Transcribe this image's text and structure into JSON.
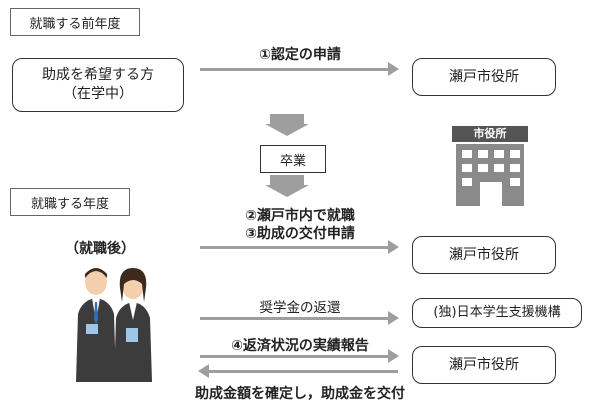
{
  "sections": {
    "before_year": "就職する前年度",
    "employment_year": "就職する年度"
  },
  "boxes": {
    "applicant": [
      "助成を希望する方",
      "（在学中）"
    ],
    "city_office_1": "瀬戸市役所",
    "graduation": "卒業",
    "city_office_2": "瀬戸市役所",
    "jasso": "(独)日本学生支援機構",
    "city_office_3": "瀬戸市役所"
  },
  "steps": {
    "step1": "①認定の申請",
    "step2": "②瀬戸市内で就職",
    "step3": "③助成の交付申請",
    "repayment": "奨学金の返還",
    "step4": "④返済状況の実績報告",
    "grant": "助成金額を確定し，助成金を交付"
  },
  "after_employment": "（就職後）",
  "building_sign": "市役所",
  "colors": {
    "arrow": "#9e9e9e",
    "building": "#8a8a8a",
    "sign": "#555555"
  }
}
